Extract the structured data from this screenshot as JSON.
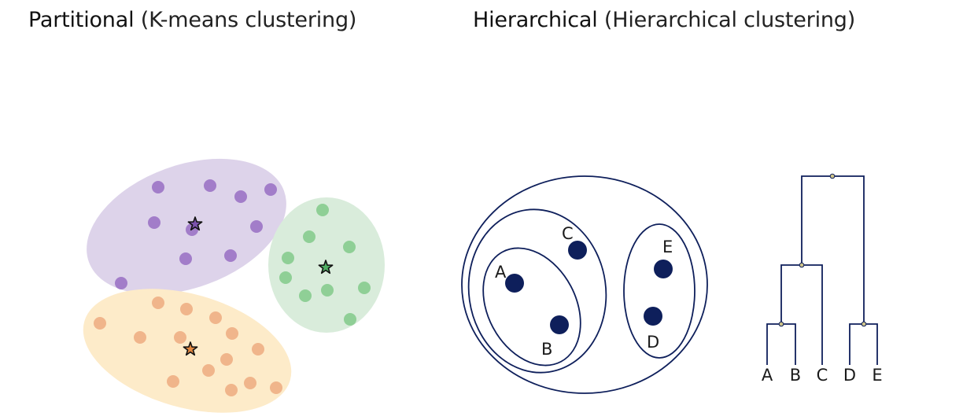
{
  "titles": {
    "partitional_main": "Partitional",
    "partitional_sub": " (K-means clustering)",
    "hierarchical_main": "Hierarchical",
    "hierarchical_sub": " (Hierarchical clustering)"
  },
  "colors": {
    "purple_fill": "#ddd3ea",
    "purple_dot": "#a27dc9",
    "green_fill": "#d9ecdb",
    "green_dot": "#8fcf96",
    "orange_fill": "#fdebc9",
    "orange_dot": "#f0b58b",
    "navy": "#0e1f5b",
    "node": "#cfc48a"
  },
  "hierarchy_points": [
    "A",
    "B",
    "C",
    "D",
    "E"
  ],
  "dendrogram_leaves": [
    "A",
    "B",
    "C",
    "D",
    "E"
  ]
}
